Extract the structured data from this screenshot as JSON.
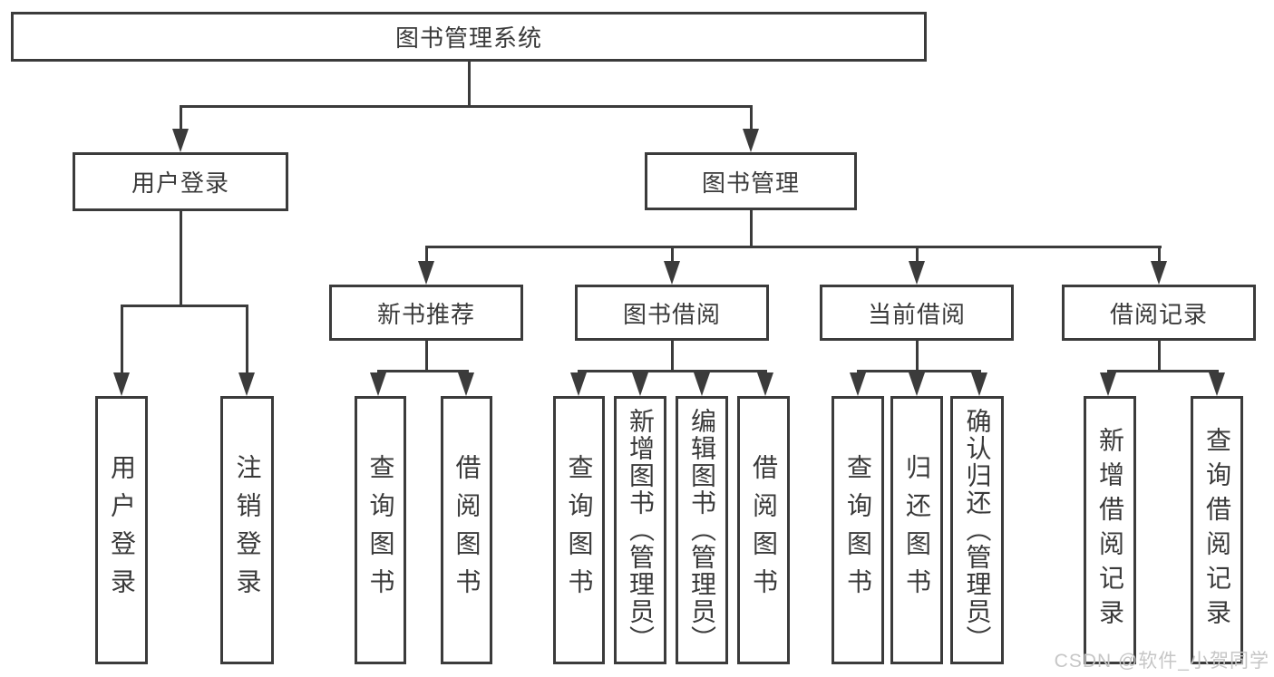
{
  "diagram": {
    "type": "hierarchy-diagram",
    "title": "图书管理系统"
  },
  "colors": {
    "line": "#3b3b3b",
    "text": "#3a3a3a",
    "watermark": "#c6c6c6",
    "background": "#ffffff"
  },
  "nodes": {
    "root": {
      "label": "图书管理系统"
    },
    "level2": [
      {
        "label": "用户登录"
      },
      {
        "label": "图书管理"
      }
    ],
    "level3": [
      {
        "label": "新书推荐"
      },
      {
        "label": "图书借阅"
      },
      {
        "label": "当前借阅"
      },
      {
        "label": "借阅记录"
      }
    ],
    "leaves": {
      "user_login": [
        "用户登录",
        "注销登录"
      ],
      "new_book": [
        "查询图书",
        "借阅图书"
      ],
      "borrow": [
        "查询图书",
        "新增图书（管理员）",
        "编辑图书（管理员）",
        "借阅图书"
      ],
      "current": [
        "查询图书",
        "归还图书",
        "确认归还（管理员）"
      ],
      "records": [
        "新增借阅记录",
        "查询借阅记录"
      ]
    }
  },
  "watermark": {
    "text": "CSDN @软件_小贺同学"
  }
}
